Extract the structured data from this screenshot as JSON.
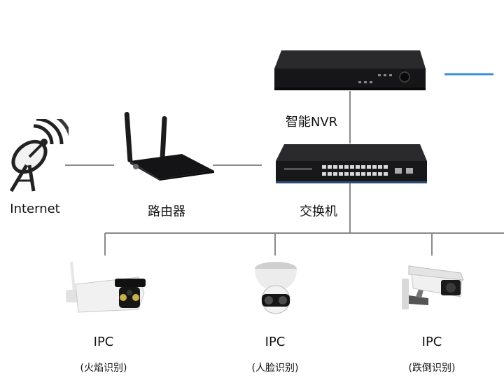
{
  "nodes": {
    "internet": {
      "label": "Internet"
    },
    "router": {
      "label": "路由器"
    },
    "switch": {
      "label": "交换机"
    },
    "nvr": {
      "label": "智能NVR"
    }
  },
  "cameras": [
    {
      "label": "IPC",
      "sub": "(火焰识别)"
    },
    {
      "label": "IPC",
      "sub": "(人脸识别)"
    },
    {
      "label": "IPC",
      "sub": "(跌倒识别)"
    }
  ],
  "colors": {
    "line": "#8a8a8a",
    "accent_line": "#3a8fd6",
    "device_dark": "#1c1c1e"
  }
}
